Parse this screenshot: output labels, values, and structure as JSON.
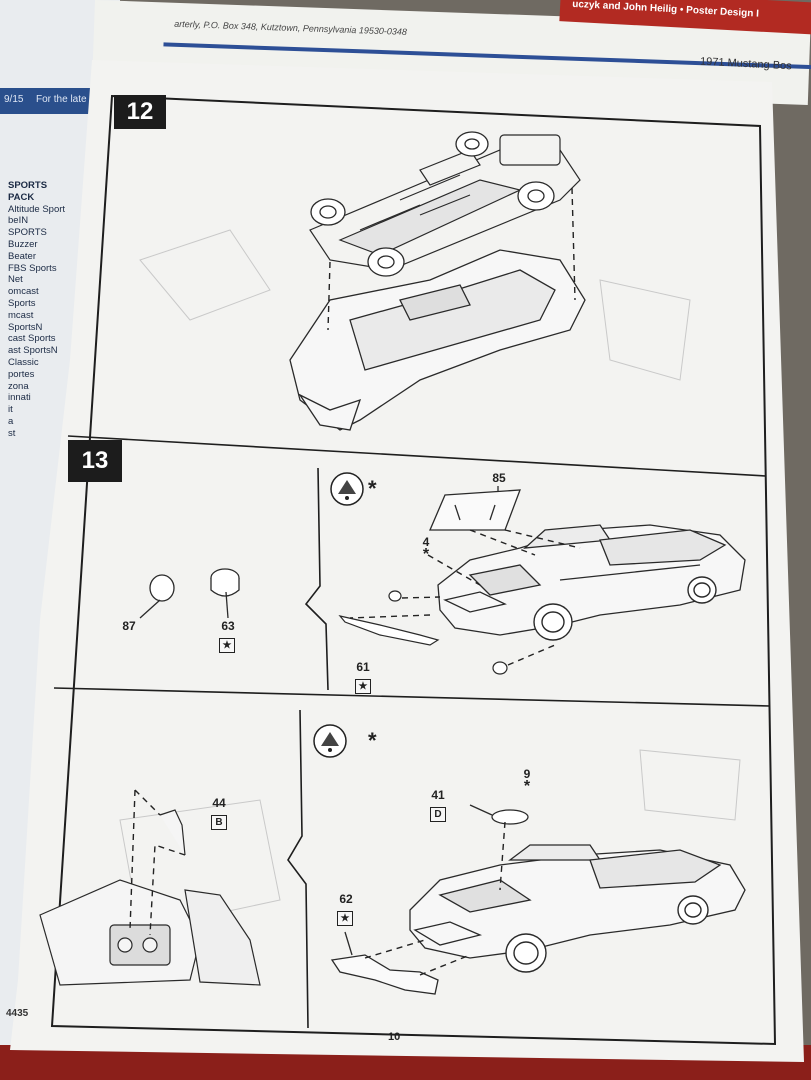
{
  "background": {
    "left_mag_dates": "9/15",
    "left_mag_banner": "For the late",
    "sports_list": [
      "SPORTS PACK",
      "Altitude Sport",
      "beIN SPORTS",
      "Buzzer Beater",
      "FBS Sports Net",
      "omcast Sports",
      "mcast SportsN",
      "cast Sports",
      "ast SportsN",
      "Classic",
      "portes",
      "zona",
      "innati",
      "it",
      "a",
      "st"
    ],
    "top_address": "arterly, P.O. Box 348, Kutztown, Pennsylvania 19530-0348",
    "poster_banner": "uczyk and John Heilig • Poster Design I",
    "mustang_title": "1971 Mustang Bos"
  },
  "sheet": {
    "step12": {
      "number": "12"
    },
    "step13": {
      "number": "13",
      "part_87": "87",
      "part_63": "63",
      "part_63_box": "★",
      "part_85": "85",
      "part_4": "4",
      "part_4_star": "*",
      "part_61": "61",
      "part_61_box": "★",
      "glue_star": "*"
    },
    "step14": {
      "part_44": "44",
      "part_44_box": "B",
      "part_41": "41",
      "part_41_box": "D",
      "part_9": "9",
      "part_9_star": "*",
      "part_62": "62",
      "part_62_box": "★",
      "glue_star": "*"
    },
    "page_number": "10",
    "kit_number": "4435"
  }
}
